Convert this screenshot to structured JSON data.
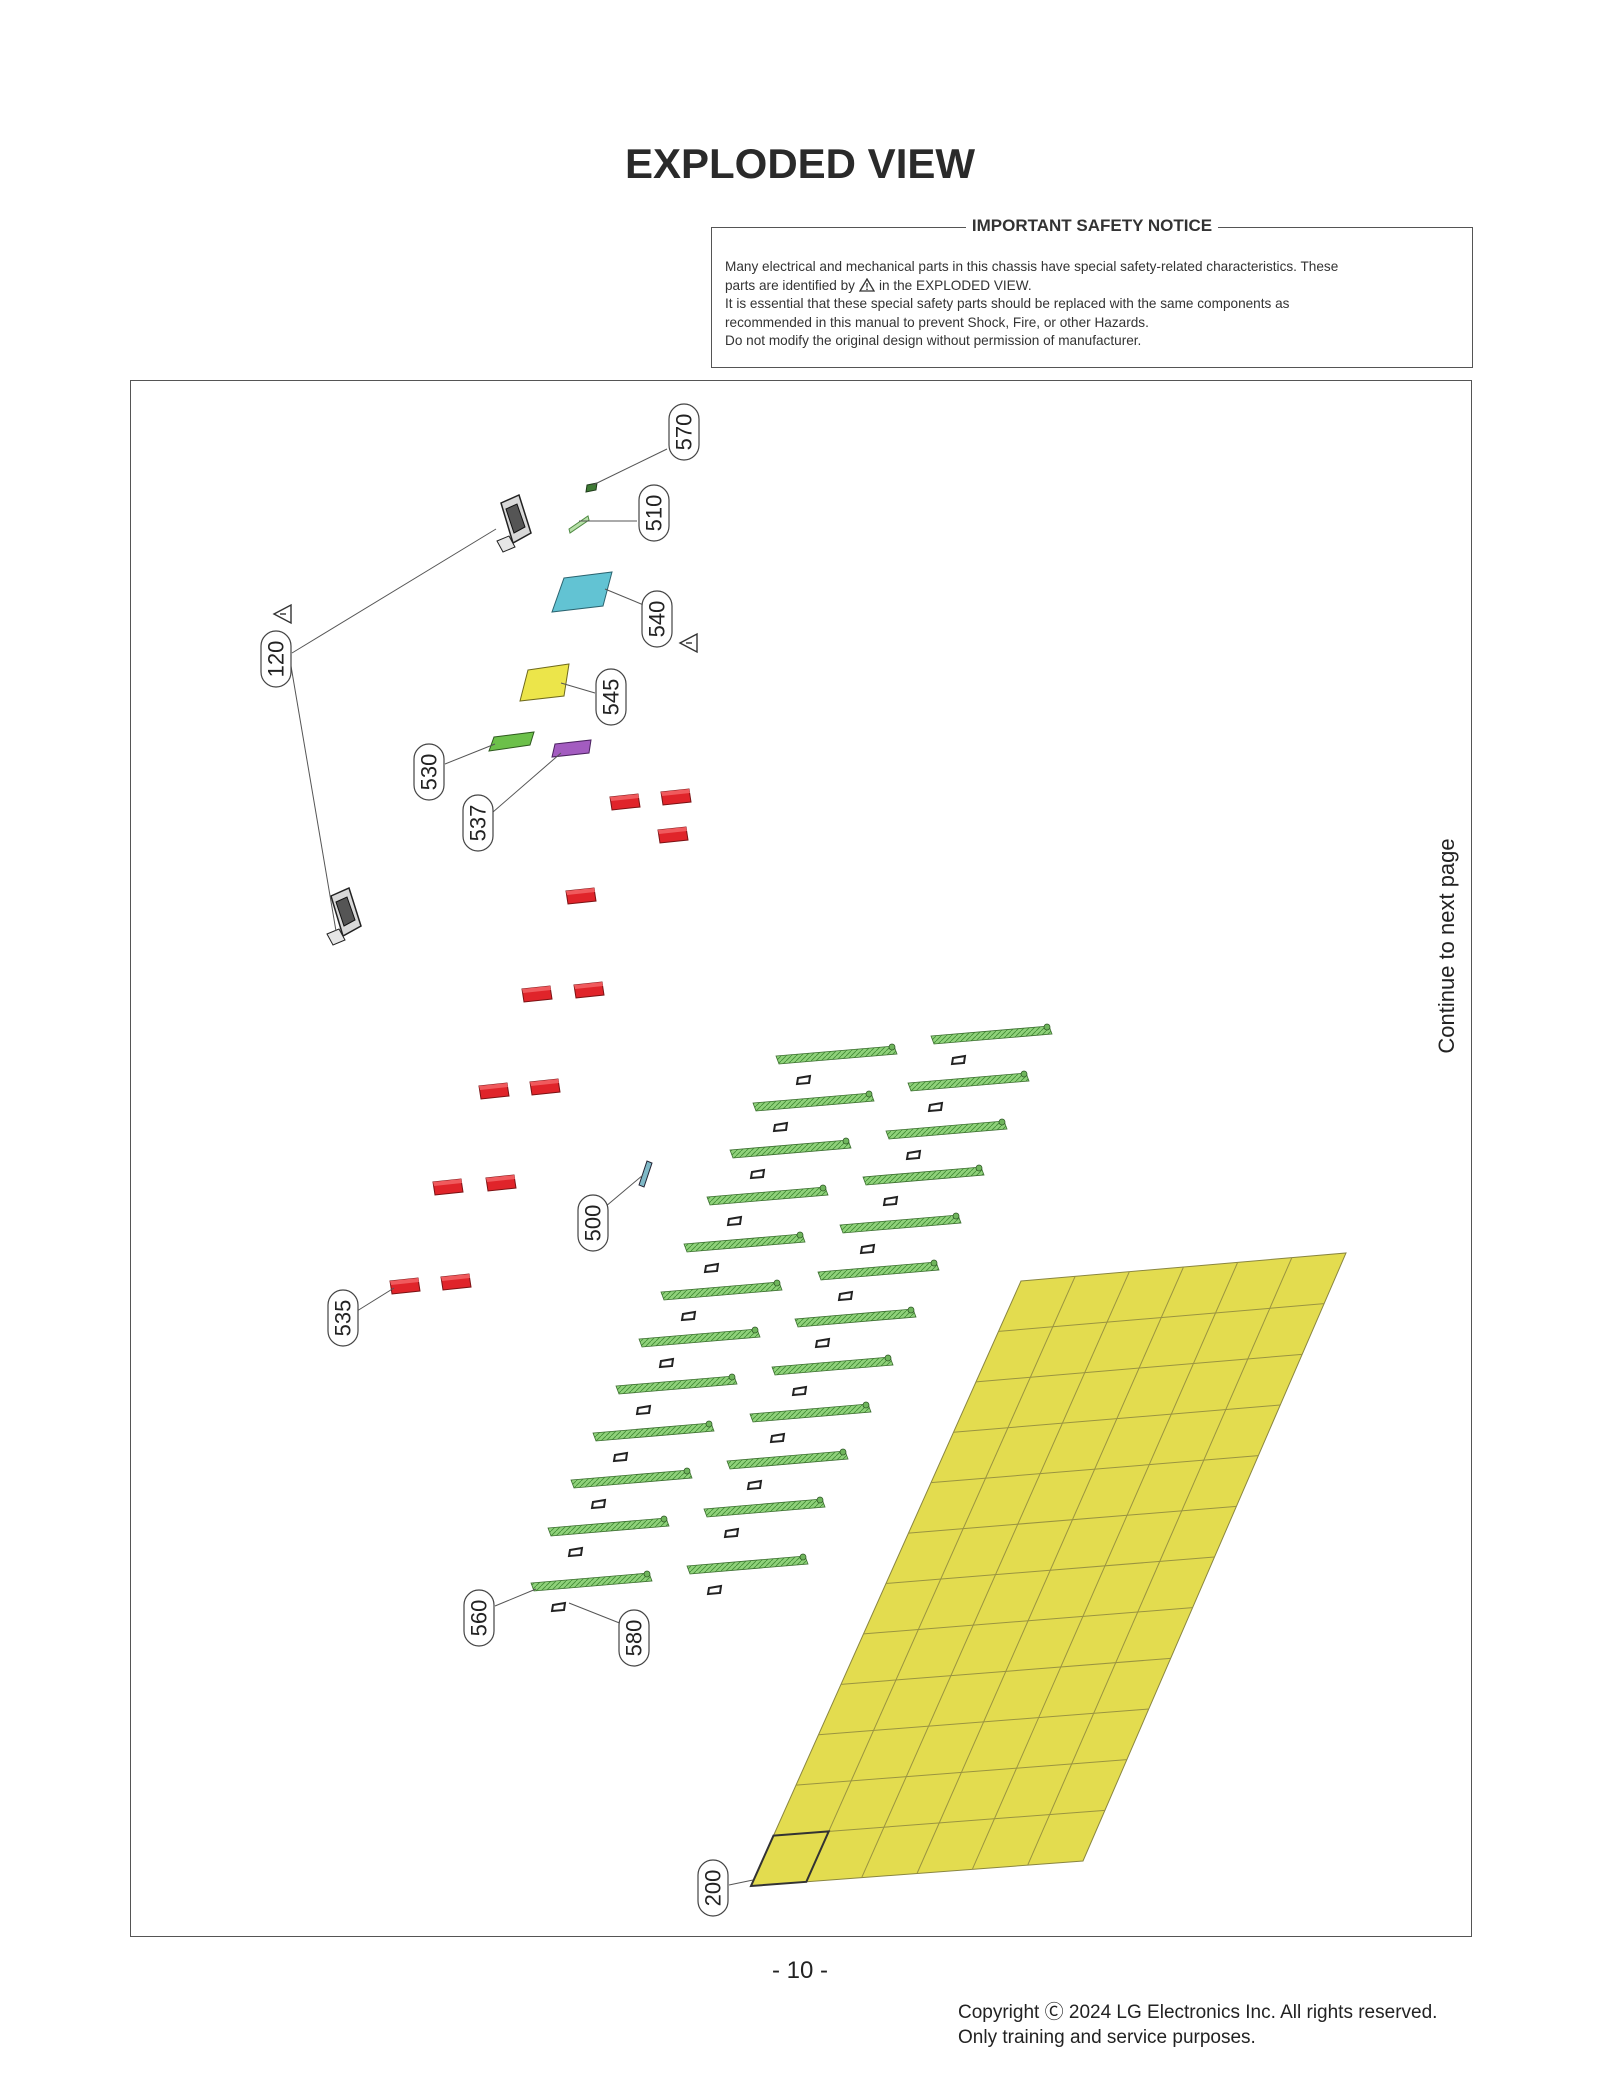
{
  "page_title": "EXPLODED VIEW",
  "safety_notice": {
    "heading": "IMPORTANT SAFETY NOTICE",
    "line1": "Many electrical and mechanical parts in this chassis have special safety-related characteristics. These",
    "line2_pre": "parts are identified by",
    "line2_post": "in the EXPLODED VIEW.",
    "line3": "It is essential that these special safety parts should be replaced with the same components as",
    "line4": "recommended in this manual to prevent Shock, Fire, or other Hazards.",
    "line5": "Do not modify the original design without permission of manufacturer."
  },
  "diagram": {
    "continue_text": "Continue to next page",
    "callouts": [
      {
        "label": "570",
        "safety": false
      },
      {
        "label": "510",
        "safety": false
      },
      {
        "label": "540",
        "safety": true
      },
      {
        "label": "120",
        "safety": true
      },
      {
        "label": "545",
        "safety": false
      },
      {
        "label": "530",
        "safety": false
      },
      {
        "label": "537",
        "safety": false
      },
      {
        "label": "500",
        "safety": false
      },
      {
        "label": "535",
        "safety": false
      },
      {
        "label": "560",
        "safety": false
      },
      {
        "label": "580",
        "safety": false
      },
      {
        "label": "200",
        "safety": false
      }
    ],
    "colors": {
      "panel": "#e3dc4f",
      "led_bar": "#8fd17a",
      "red_part": "#e0242a",
      "teal_board": "#62c3d3",
      "yellow_board": "#ece54a",
      "green_board": "#6cc04a",
      "purple_part": "#a35cc0"
    }
  },
  "footer": {
    "page_number": "- 10 -",
    "copyright_line1": "Copyright Ⓒ 2024 LG Electronics Inc. All rights reserved.",
    "copyright_line2": "Only training and service purposes."
  }
}
